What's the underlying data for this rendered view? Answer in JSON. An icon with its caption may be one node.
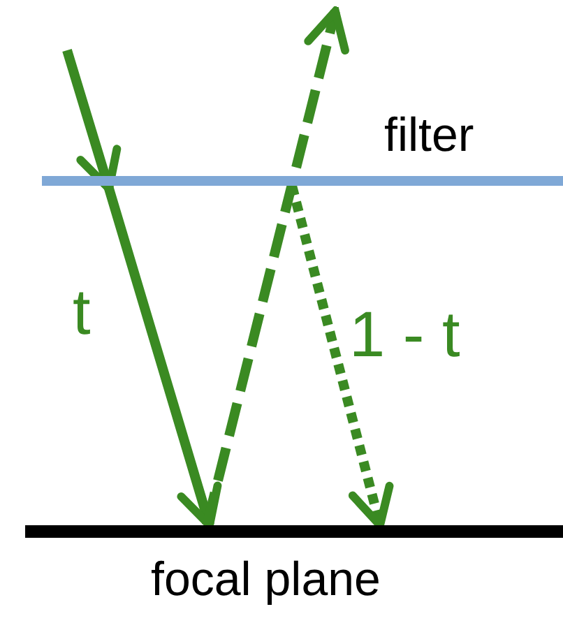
{
  "diagram": {
    "nodes": [
      {
        "text": [
          "filter"
        ]
      },
      {
        "text": [
          "focal plane"
        ]
      }
    ],
    "edges": [
      {
        "from": null,
        "to": 1,
        "arrow": "to",
        "label": "t"
      },
      {
        "from": 1,
        "to": null,
        "arrow": "to",
        "style": "dashed"
      },
      {
        "from": 0,
        "to": 1,
        "arrow": "to",
        "style": "dashed",
        "label": "1 - t"
      }
    ]
  }
}
